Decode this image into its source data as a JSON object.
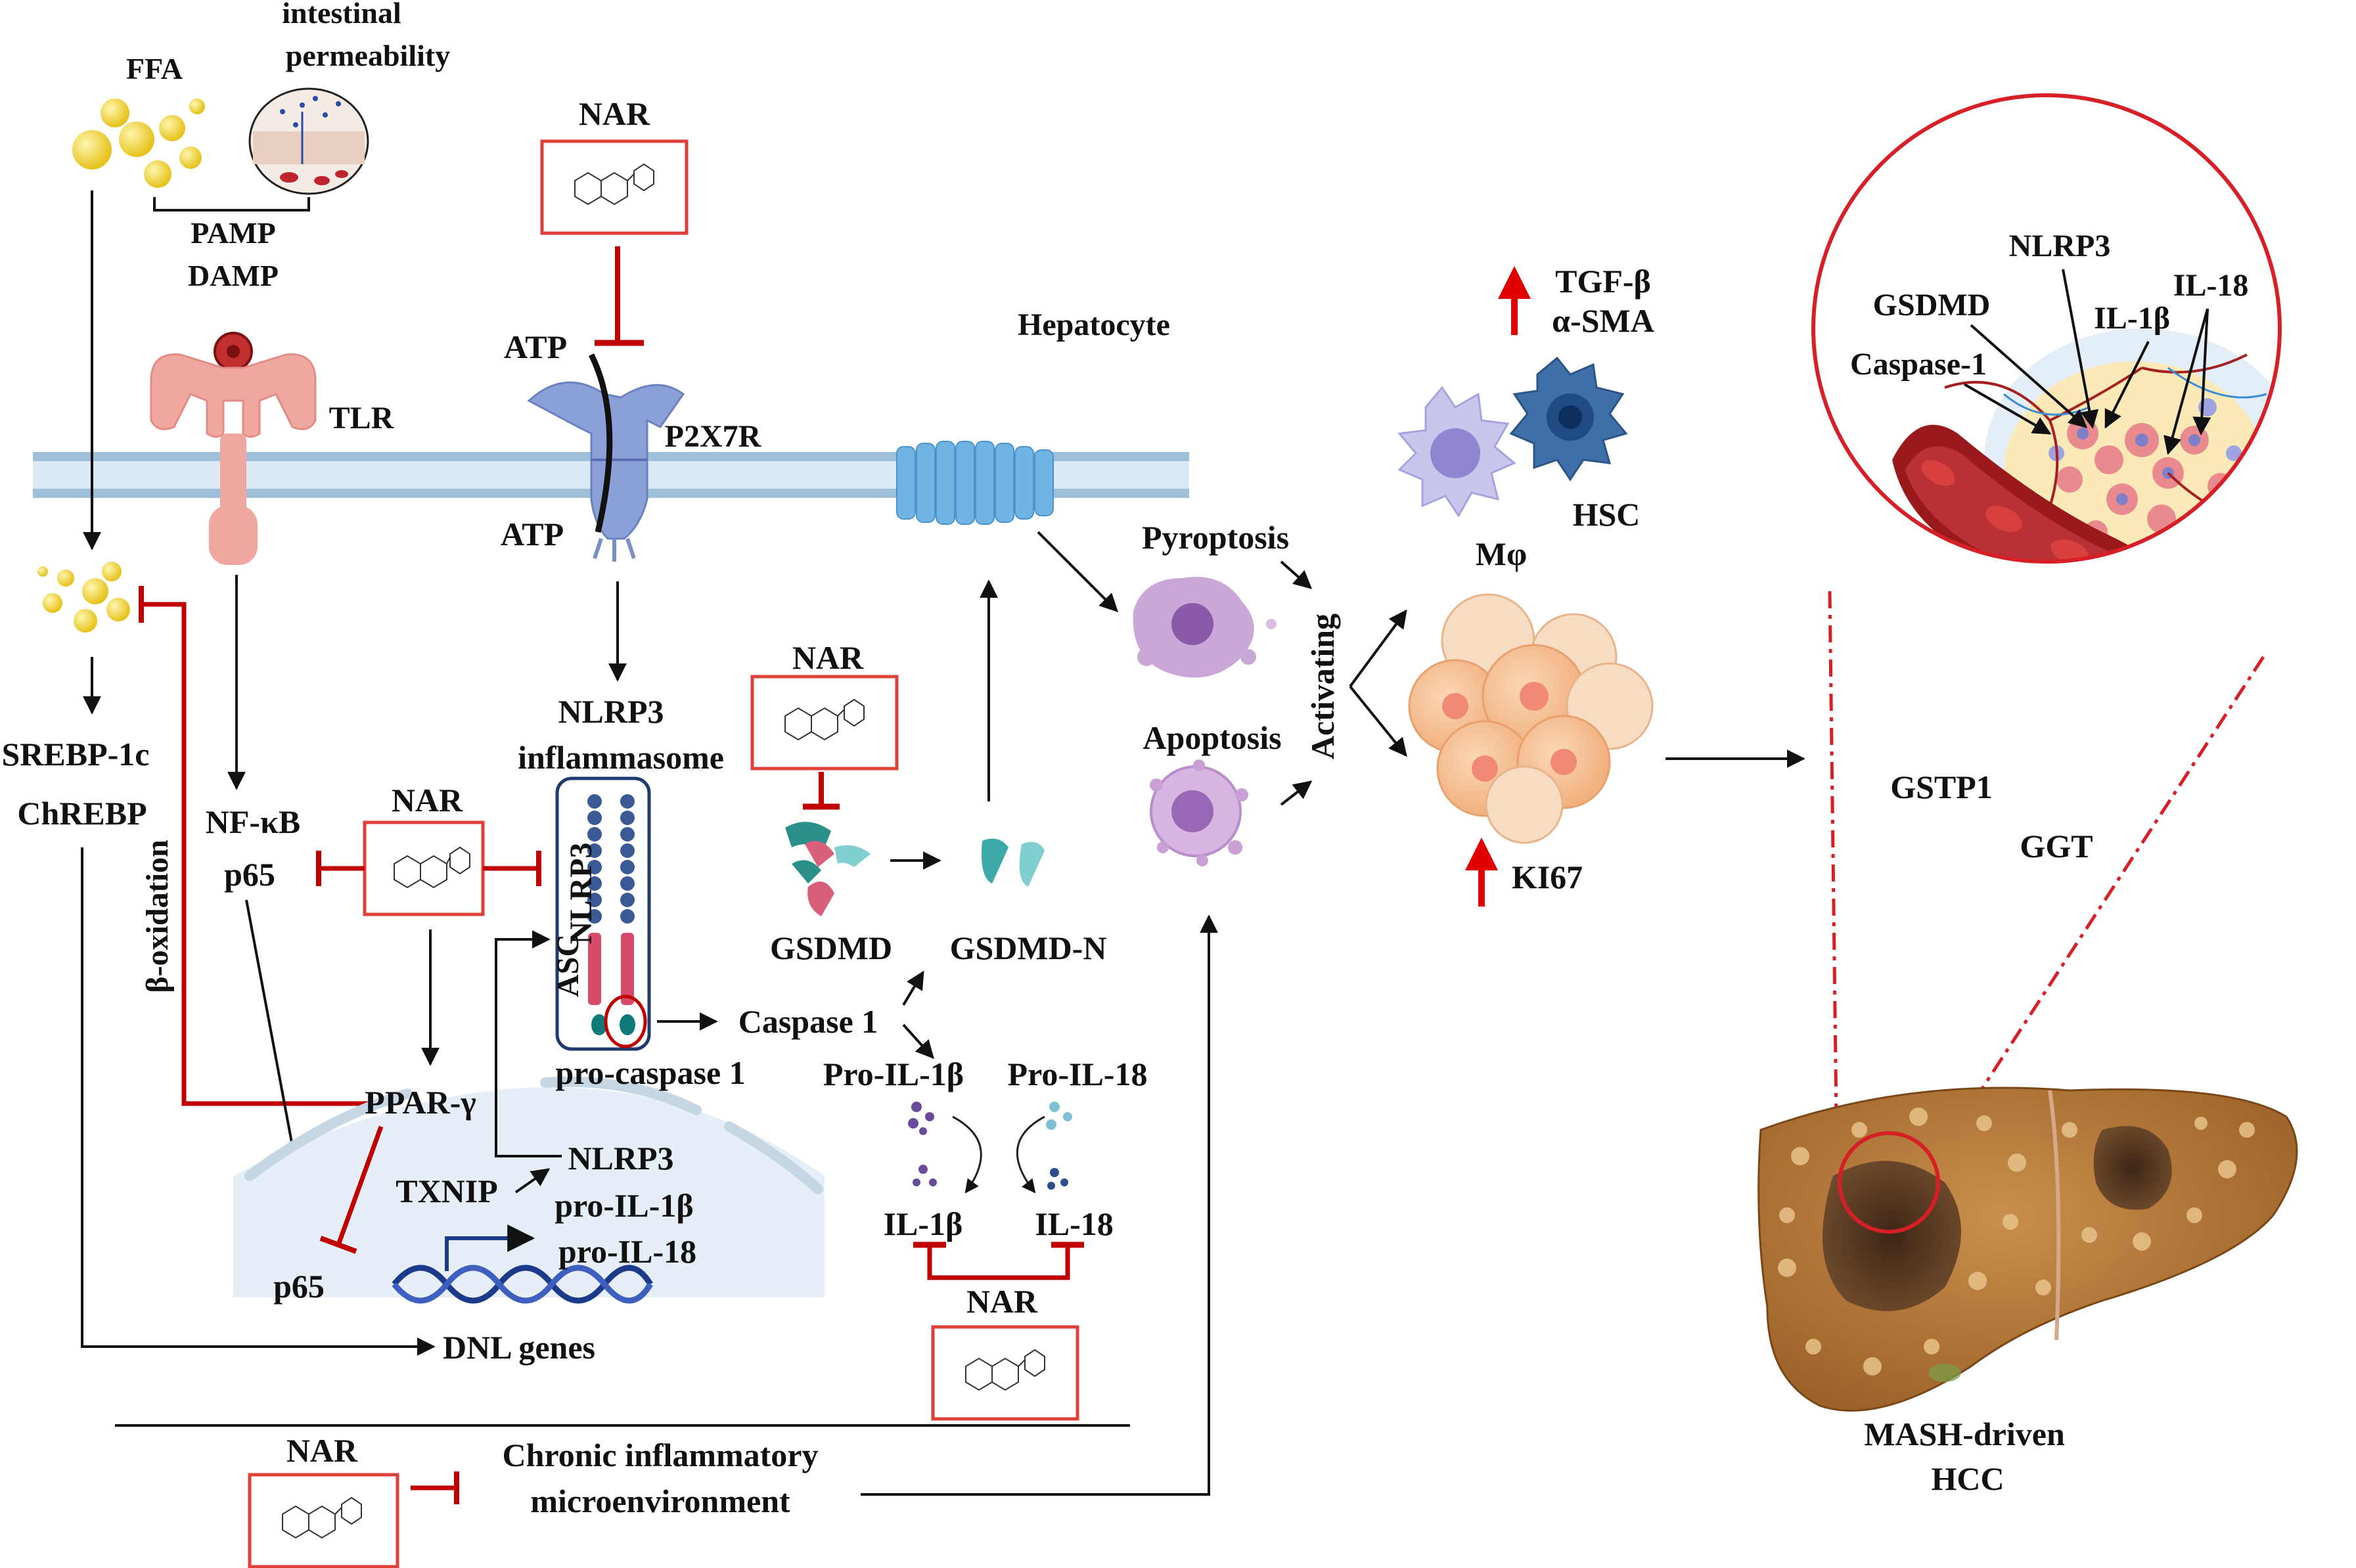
{
  "labels": {
    "ffa": "FFA",
    "intestinal_1": "intestinal",
    "intestinal_2": "permeability",
    "pamp": "PAMP",
    "damp": "DAMP",
    "tlr": "TLR",
    "atp_top": "ATP",
    "atp_bottom": "ATP",
    "p2x7r": "P2X7R",
    "hepatocyte": "Hepatocyte",
    "tgf": "TGF-β",
    "asma": "α-SMA",
    "hsc": "HSC",
    "mphi": "Mφ",
    "pyroptosis": "Pyroptosis",
    "apoptosis": "Apoptosis",
    "activating": "Activating",
    "ki67": "KI67",
    "gstp1": "GSTP1",
    "ggt": "GGT",
    "srebp": "SREBP-1c",
    "chrebp": "ChREBP",
    "nfkb": "NF-κB",
    "p65_top": "p65",
    "beta_ox": "β-oxidation",
    "nlrp3_inflam_1": "NLRP3",
    "nlrp3_inflam_2": "inflammasome",
    "asc": "ASC",
    "nlrp3_vertical": "NLRP3",
    "pro_caspase": "pro-caspase 1",
    "caspase1": "Caspase 1",
    "gsdmd": "GSDMD",
    "gsdmd_n": "GSDMD-N",
    "pro_il1b": "Pro-IL-1β",
    "pro_il18": "Pro-IL-18",
    "il1b": "IL-1β",
    "il18": "IL-18",
    "ppar": "PPAR-γ",
    "txnip": "TXNIP",
    "nucl_nlrp3": "NLRP3",
    "nucl_proil1b": "pro-IL-1β",
    "nucl_proil18": "pro-IL-18",
    "p65_bottom": "p65",
    "dnl": "DNL genes",
    "chronic_1": "Chronic inflammatory",
    "chronic_2": "microenvironment",
    "mash_1": "MASH-driven",
    "mash_2": "HCC",
    "zoom_nlrp3": "NLRP3",
    "zoom_gsdmd": "GSDMD",
    "zoom_il18": "IL-18",
    "zoom_il1b": "IL-1β",
    "zoom_casp": "Caspase-1"
  },
  "nar_boxes": [
    {
      "label": "NAR"
    },
    {
      "label": "NAR"
    },
    {
      "label": "NAR"
    },
    {
      "label": "NAR"
    },
    {
      "label": "NAR"
    }
  ],
  "colors": {
    "inhibit": "#c00000",
    "up_arrow": "#e00000",
    "arrow": "#111111",
    "membrane": "#bcd4e6",
    "nar_box": "#e0403a",
    "zoom_circle": "#d61f26",
    "asc_box": "#1f3b6e"
  }
}
